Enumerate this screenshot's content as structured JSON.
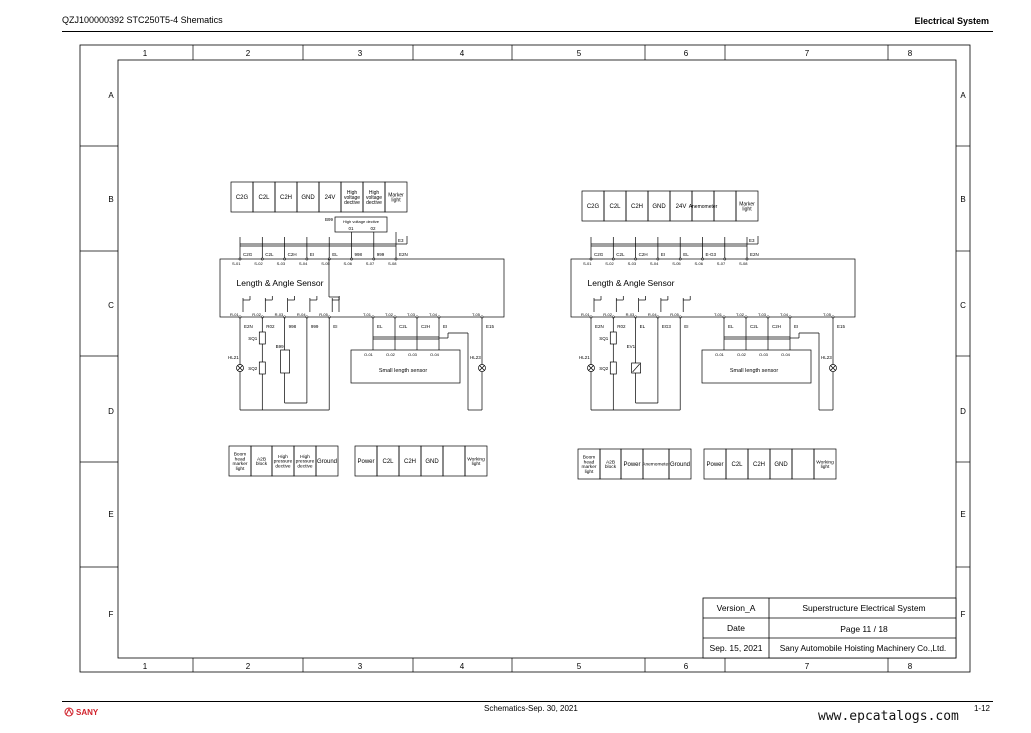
{
  "header": {
    "doc_title": "QZJ100000392 STC250T5-4 Shematics",
    "section": "Electrical System"
  },
  "frame": {
    "columns": [
      "1",
      "2",
      "3",
      "4",
      "5",
      "6",
      "7",
      "8"
    ],
    "rows": [
      "A",
      "B",
      "C",
      "D",
      "E",
      "F"
    ]
  },
  "title_block": {
    "version": "Version_A",
    "system": "Superstructure Electrical System",
    "date_label": "Date",
    "page": "Page 11 / 18",
    "date": "Sep. 15, 2021",
    "company": "Sany Automobile Hoisting Machinery Co.,Ltd."
  },
  "schematics": [
    {
      "connector": [
        "C2G",
        "C2L",
        "C2H",
        "GND",
        "24V",
        "High\nvoltage\ndective",
        "High\nvoltage\ndective",
        "Marker\nlight"
      ],
      "aux_box": {
        "ref": "B99",
        "title": "High voltage dective",
        "pins": [
          "01",
          "02"
        ]
      },
      "top_wires": [
        "C2G",
        "C2L",
        "C2H",
        "EI",
        "EL",
        "998",
        "999",
        "E2N"
      ],
      "top_pins": [
        "S-01",
        "S-02",
        "S-03",
        "S-04",
        "S-05",
        "S-06",
        "S-07",
        "S-08"
      ],
      "bus_label": "E3",
      "sensor_title": "Length & Angle Sensor",
      "bottom_pins": [
        "R-01",
        "R-02",
        "R-03",
        "R-04",
        "R-05",
        "T-01",
        "T-02",
        "T-03",
        "T-04",
        "T-05"
      ],
      "bottom_wires": [
        "E2N",
        "R02",
        "998",
        "999",
        "EI",
        "EL",
        "C2L",
        "C2H",
        "EI",
        "E15"
      ],
      "small_sensor": {
        "title": "Small length sensor",
        "pins": [
          "O-01",
          "O-02",
          "O-03",
          "O-04"
        ]
      },
      "lamps": [
        "HL21",
        "HL23"
      ],
      "switches": [
        "SQ1",
        "SQ2"
      ],
      "component": {
        "ref": "B99",
        "type": "resistor"
      },
      "blocks": [
        [
          "Boom\nhead\nmarker\nlight",
          "A2B\nblock",
          "High\npressure\ndective",
          "High\npressure\ndective",
          "Ground"
        ],
        [
          "Power",
          "C2L",
          "C2H",
          "GND",
          "",
          "Working\nlight"
        ]
      ]
    },
    {
      "connector": [
        "C2G",
        "C2L",
        "C2H",
        "GND",
        "24V",
        "Anemometer",
        "",
        "Marker\nlight"
      ],
      "aux_box": null,
      "top_wires": [
        "C2G",
        "C2L",
        "C2H",
        "EI",
        "EL",
        "E-G3",
        "",
        "E2N"
      ],
      "top_pins": [
        "S-01",
        "S-02",
        "S-03",
        "S-04",
        "S-05",
        "S-06",
        "S-07",
        "S-08"
      ],
      "bus_label": "E3",
      "sensor_title": "Length & Angle Sensor",
      "bottom_pins": [
        "R-01",
        "R-02",
        "R-03",
        "R-04",
        "R-05",
        "T-01",
        "T-02",
        "T-03",
        "T-04",
        "T-05"
      ],
      "bottom_wires": [
        "E2N",
        "R02",
        "EL",
        "EG3",
        "EI",
        "EL",
        "C2L",
        "C2H",
        "EI",
        "E15"
      ],
      "small_sensor": {
        "title": "Small length sensor",
        "pins": [
          "O-01",
          "O-02",
          "O-03",
          "O-04"
        ]
      },
      "lamps": [
        "HL21",
        "HL23"
      ],
      "switches": [
        "SQ1",
        "SQ2"
      ],
      "component": {
        "ref": "EV1",
        "type": "valve"
      },
      "blocks": [
        [
          "Boom\nhead\nmarker\nlight",
          "A2B\nblock",
          "Power",
          "Anemometer",
          "Ground"
        ],
        [
          "Power",
          "C2L",
          "C2H",
          "GND",
          "",
          "Working\nlight"
        ]
      ]
    }
  ],
  "footer": {
    "brand": "SANY",
    "center": "Schematics-Sep. 30, 2021",
    "page": "1-12",
    "watermark": "www.epcatalogs.com"
  }
}
